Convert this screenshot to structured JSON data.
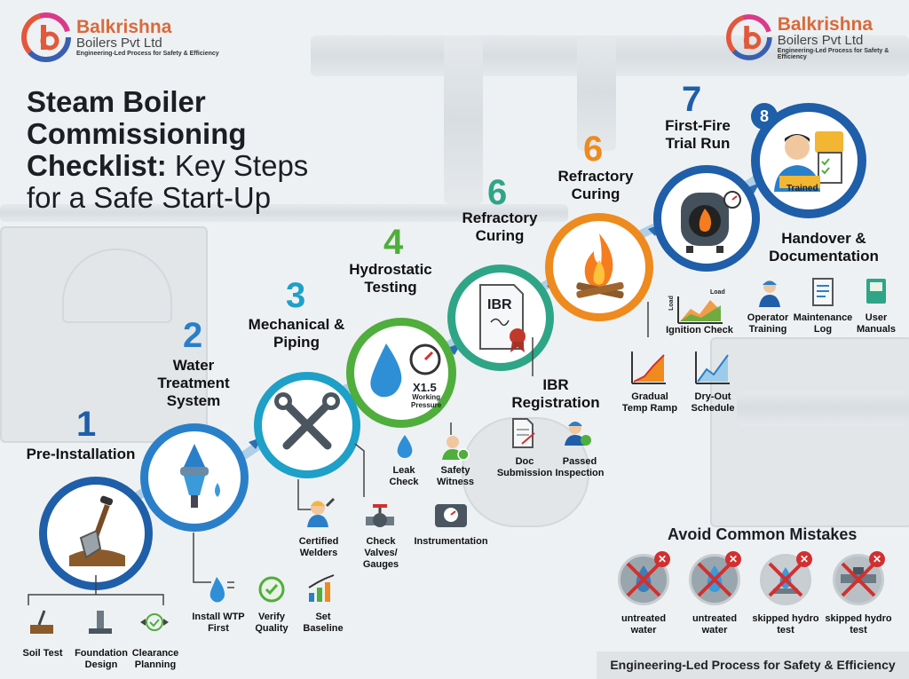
{
  "brand": {
    "name": "Balkrishna",
    "sub": "Boilers Pvt Ltd",
    "tagline": "Engineering-Led Process for Safety & Efficiency"
  },
  "title": {
    "line1": "Steam Boiler",
    "line2": "Commissioning",
    "line3_bold": "Checklist:",
    "line3_rest": " Key Steps",
    "line4": "for a Safe Start-Up"
  },
  "steps": [
    {
      "num": "1",
      "label": "Pre-Installation",
      "color": "#1f5ea8"
    },
    {
      "num": "2",
      "label": "Water Treatment System",
      "color": "#2a7fc9"
    },
    {
      "num": "3",
      "label": "Mechanical & Piping",
      "color": "#1ea0c8"
    },
    {
      "num": "4",
      "label": "Hydrostatic Testing",
      "color": "#4fae3c"
    },
    {
      "num": "6",
      "label": "Refractory Curing",
      "color": "#2fa587"
    },
    {
      "num": "6",
      "label": "Refractory Curing",
      "color": "#ee8a1e"
    },
    {
      "num": "7",
      "label": "First-Fire Trial Run",
      "color": "#1f5ea8"
    },
    {
      "num": "8",
      "label": "Handover & Documentation",
      "color": "#1f5ea8"
    }
  ],
  "sub_items": {
    "step1": [
      "Soil Test",
      "Foundation Design",
      "Clearance Planning"
    ],
    "step2": [
      "Install WTP First",
      "Verify Quality",
      "Set Baseline"
    ],
    "step3": [
      "Certified Welders",
      "Check Valves/ Gauges",
      "Instrumentation"
    ],
    "step4": [
      "Leak Check",
      "Safety Witness"
    ],
    "ibr": [
      "Doc Submission",
      "Passed Inspection"
    ],
    "step6": [
      "Gradual Temp Ramp",
      "Dry-Out Schedule"
    ],
    "step7": [
      "Ignition Check"
    ],
    "step8": [
      "Operator Training",
      "Maintenance Log",
      "User Manuals"
    ]
  },
  "hydro_gauge": {
    "multiplier": "X1.5",
    "caption1": "Working",
    "caption2": "Pressure"
  },
  "ibr": {
    "doc_text": "IBR",
    "label": "IBR Registration"
  },
  "trained_badge": "Trained",
  "ignition_axis": {
    "y": "Load",
    "x": "Load"
  },
  "mistakes": {
    "heading": "Avoid Common Mistakes",
    "items": [
      "untreated water",
      "untreated water",
      "skipped hydro test",
      "skipped hydro test"
    ]
  },
  "footer": "Engineering-Led Process for Safety & Efficiency"
}
